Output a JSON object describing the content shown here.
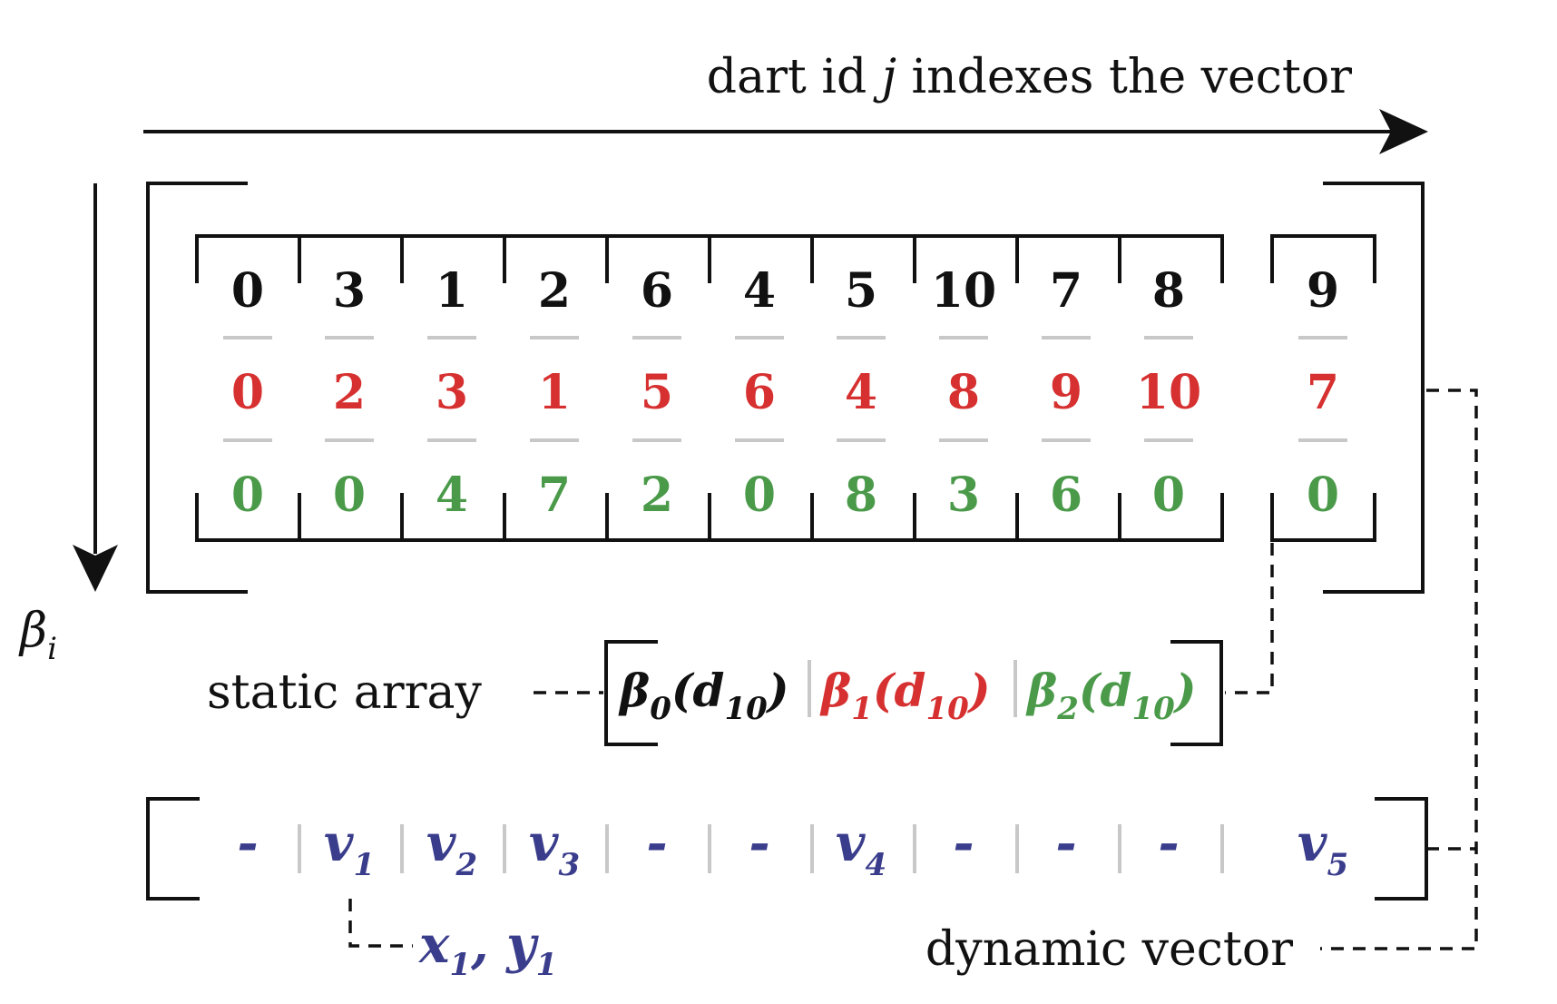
{
  "colors": {
    "black": "#111111",
    "red": "#d63030",
    "green": "#4a9a4a",
    "blue": "#3a3d8c",
    "separator": "#c8c8c8"
  },
  "top_label": {
    "prefix": "dart id ",
    "var": "j",
    "suffix": " indexes the vector"
  },
  "beta_label": {
    "main": "β",
    "sub": "i"
  },
  "rows": {
    "beta0": [
      "0",
      "3",
      "1",
      "2",
      "6",
      "4",
      "5",
      "10",
      "7",
      "8",
      "9"
    ],
    "beta1": [
      "0",
      "2",
      "3",
      "1",
      "5",
      "6",
      "4",
      "8",
      "9",
      "10",
      "7"
    ],
    "beta2": [
      "0",
      "0",
      "4",
      "7",
      "2",
      "0",
      "8",
      "3",
      "6",
      "0",
      "0"
    ]
  },
  "static_array": {
    "label": "static array",
    "cells": [
      {
        "main": "β",
        "sub": "0",
        "arg": "(d",
        "arg_sub": "10",
        "close": ")",
        "color": "#111111"
      },
      {
        "main": "β",
        "sub": "1",
        "arg": "(d",
        "arg_sub": "10",
        "close": ")",
        "color": "#d63030"
      },
      {
        "main": "β",
        "sub": "2",
        "arg": "(d",
        "arg_sub": "10",
        "close": ")",
        "color": "#4a9a4a"
      }
    ]
  },
  "dynamic_vector": {
    "label": "dynamic vector",
    "entries": [
      {
        "main": "-",
        "sub": ""
      },
      {
        "main": "v",
        "sub": "1"
      },
      {
        "main": "v",
        "sub": "2"
      },
      {
        "main": "v",
        "sub": "3"
      },
      {
        "main": "-",
        "sub": ""
      },
      {
        "main": "-",
        "sub": ""
      },
      {
        "main": "v",
        "sub": "4"
      },
      {
        "main": "-",
        "sub": ""
      },
      {
        "main": "-",
        "sub": ""
      },
      {
        "main": "-",
        "sub": ""
      },
      {
        "main": "v",
        "sub": "5"
      }
    ]
  },
  "coords": {
    "x": "x",
    "x_sub": "1",
    "comma": ", ",
    "y": "y",
    "y_sub": "1"
  }
}
